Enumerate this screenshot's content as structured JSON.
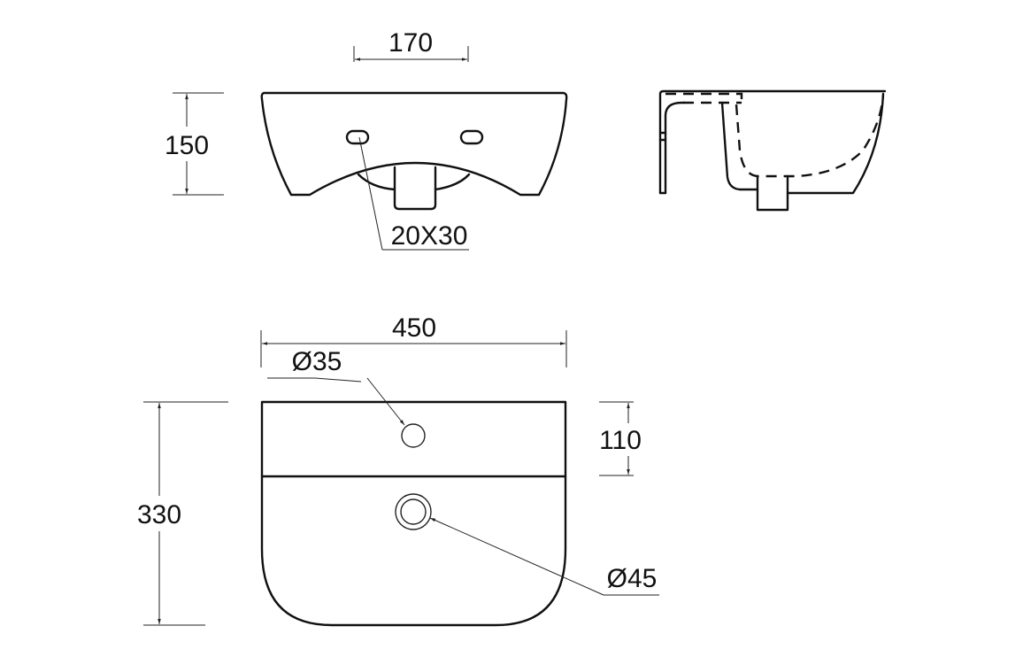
{
  "drawing": {
    "title": "Wall-hung basin technical drawing",
    "line_color": "#111111",
    "background": "#ffffff",
    "views": {
      "front": {
        "dimensions": {
          "tap_hole_spacing": "170",
          "height": "150",
          "fixing_slot": "20X30"
        }
      },
      "side": {
        "label": ""
      },
      "top": {
        "dimensions": {
          "width": "450",
          "depth": "330",
          "tap_hole_diameter": "Ø35",
          "deck_depth": "110",
          "waste_diameter": "Ø45"
        }
      }
    }
  }
}
